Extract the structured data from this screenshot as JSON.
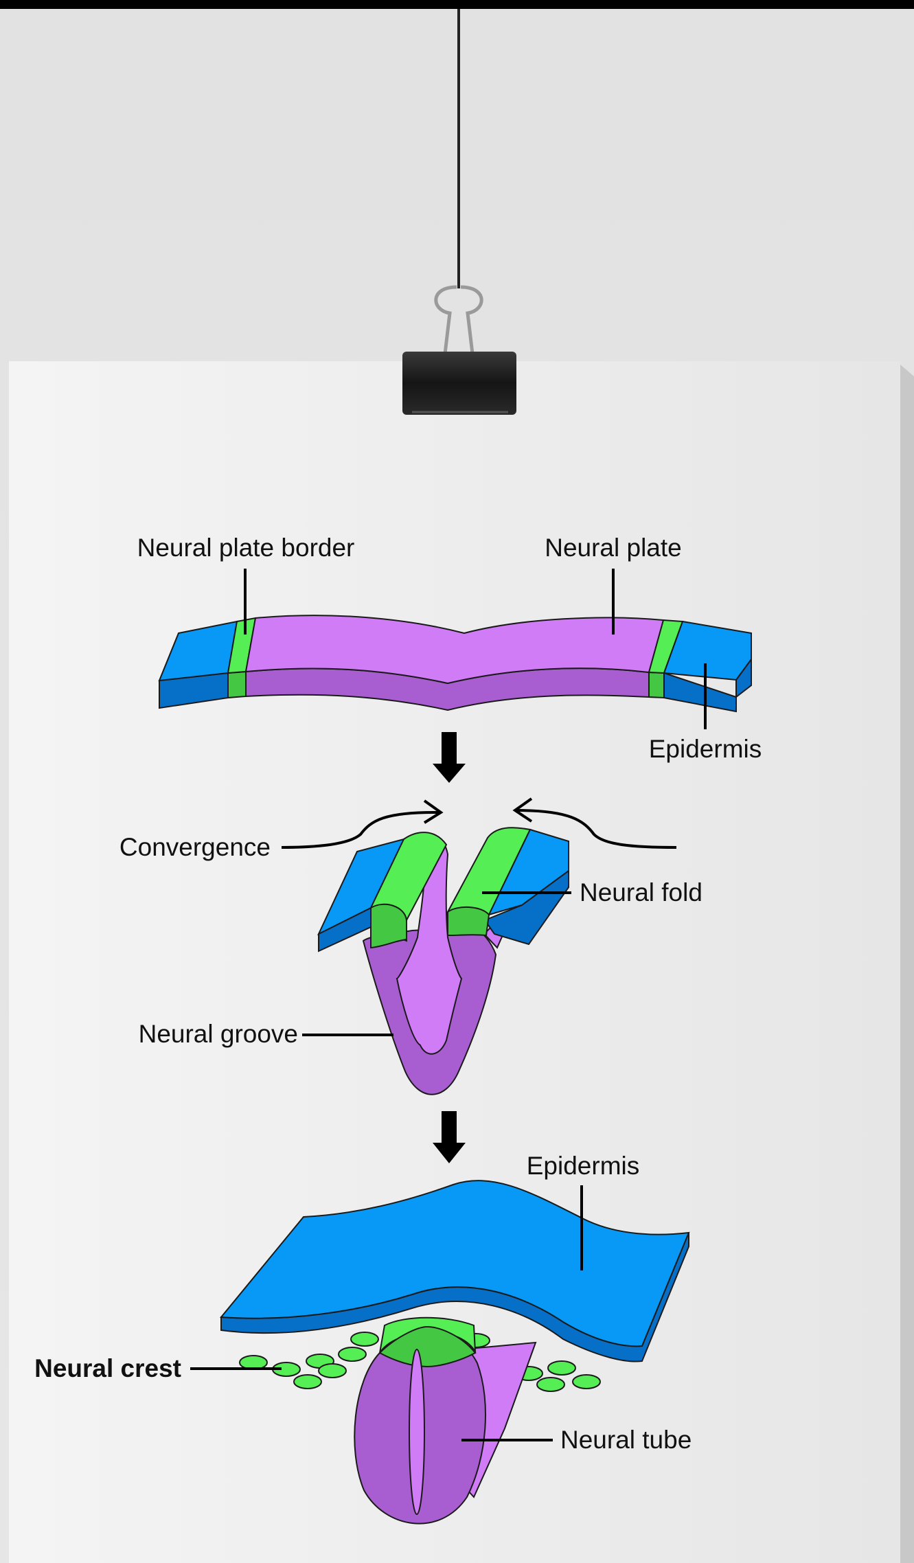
{
  "labels": {
    "neural_plate_border": "Neural plate border",
    "neural_plate": "Neural plate",
    "epidermis_top": "Epidermis",
    "convergence": "Convergence",
    "neural_fold": "Neural fold",
    "neural_groove": "Neural groove",
    "epidermis_bottom": "Epidermis",
    "neural_crest": "Neural crest",
    "neural_tube": "Neural tube"
  },
  "colors": {
    "epidermis": "#0898f5",
    "epidermis_dark": "#0670c8",
    "neural_plate": "#d07cf6",
    "neural_plate_dark": "#a85ed0",
    "neural_plate_border": "#55ee55",
    "neural_plate_border_dark": "#44c844",
    "paper": "#efefef"
  }
}
